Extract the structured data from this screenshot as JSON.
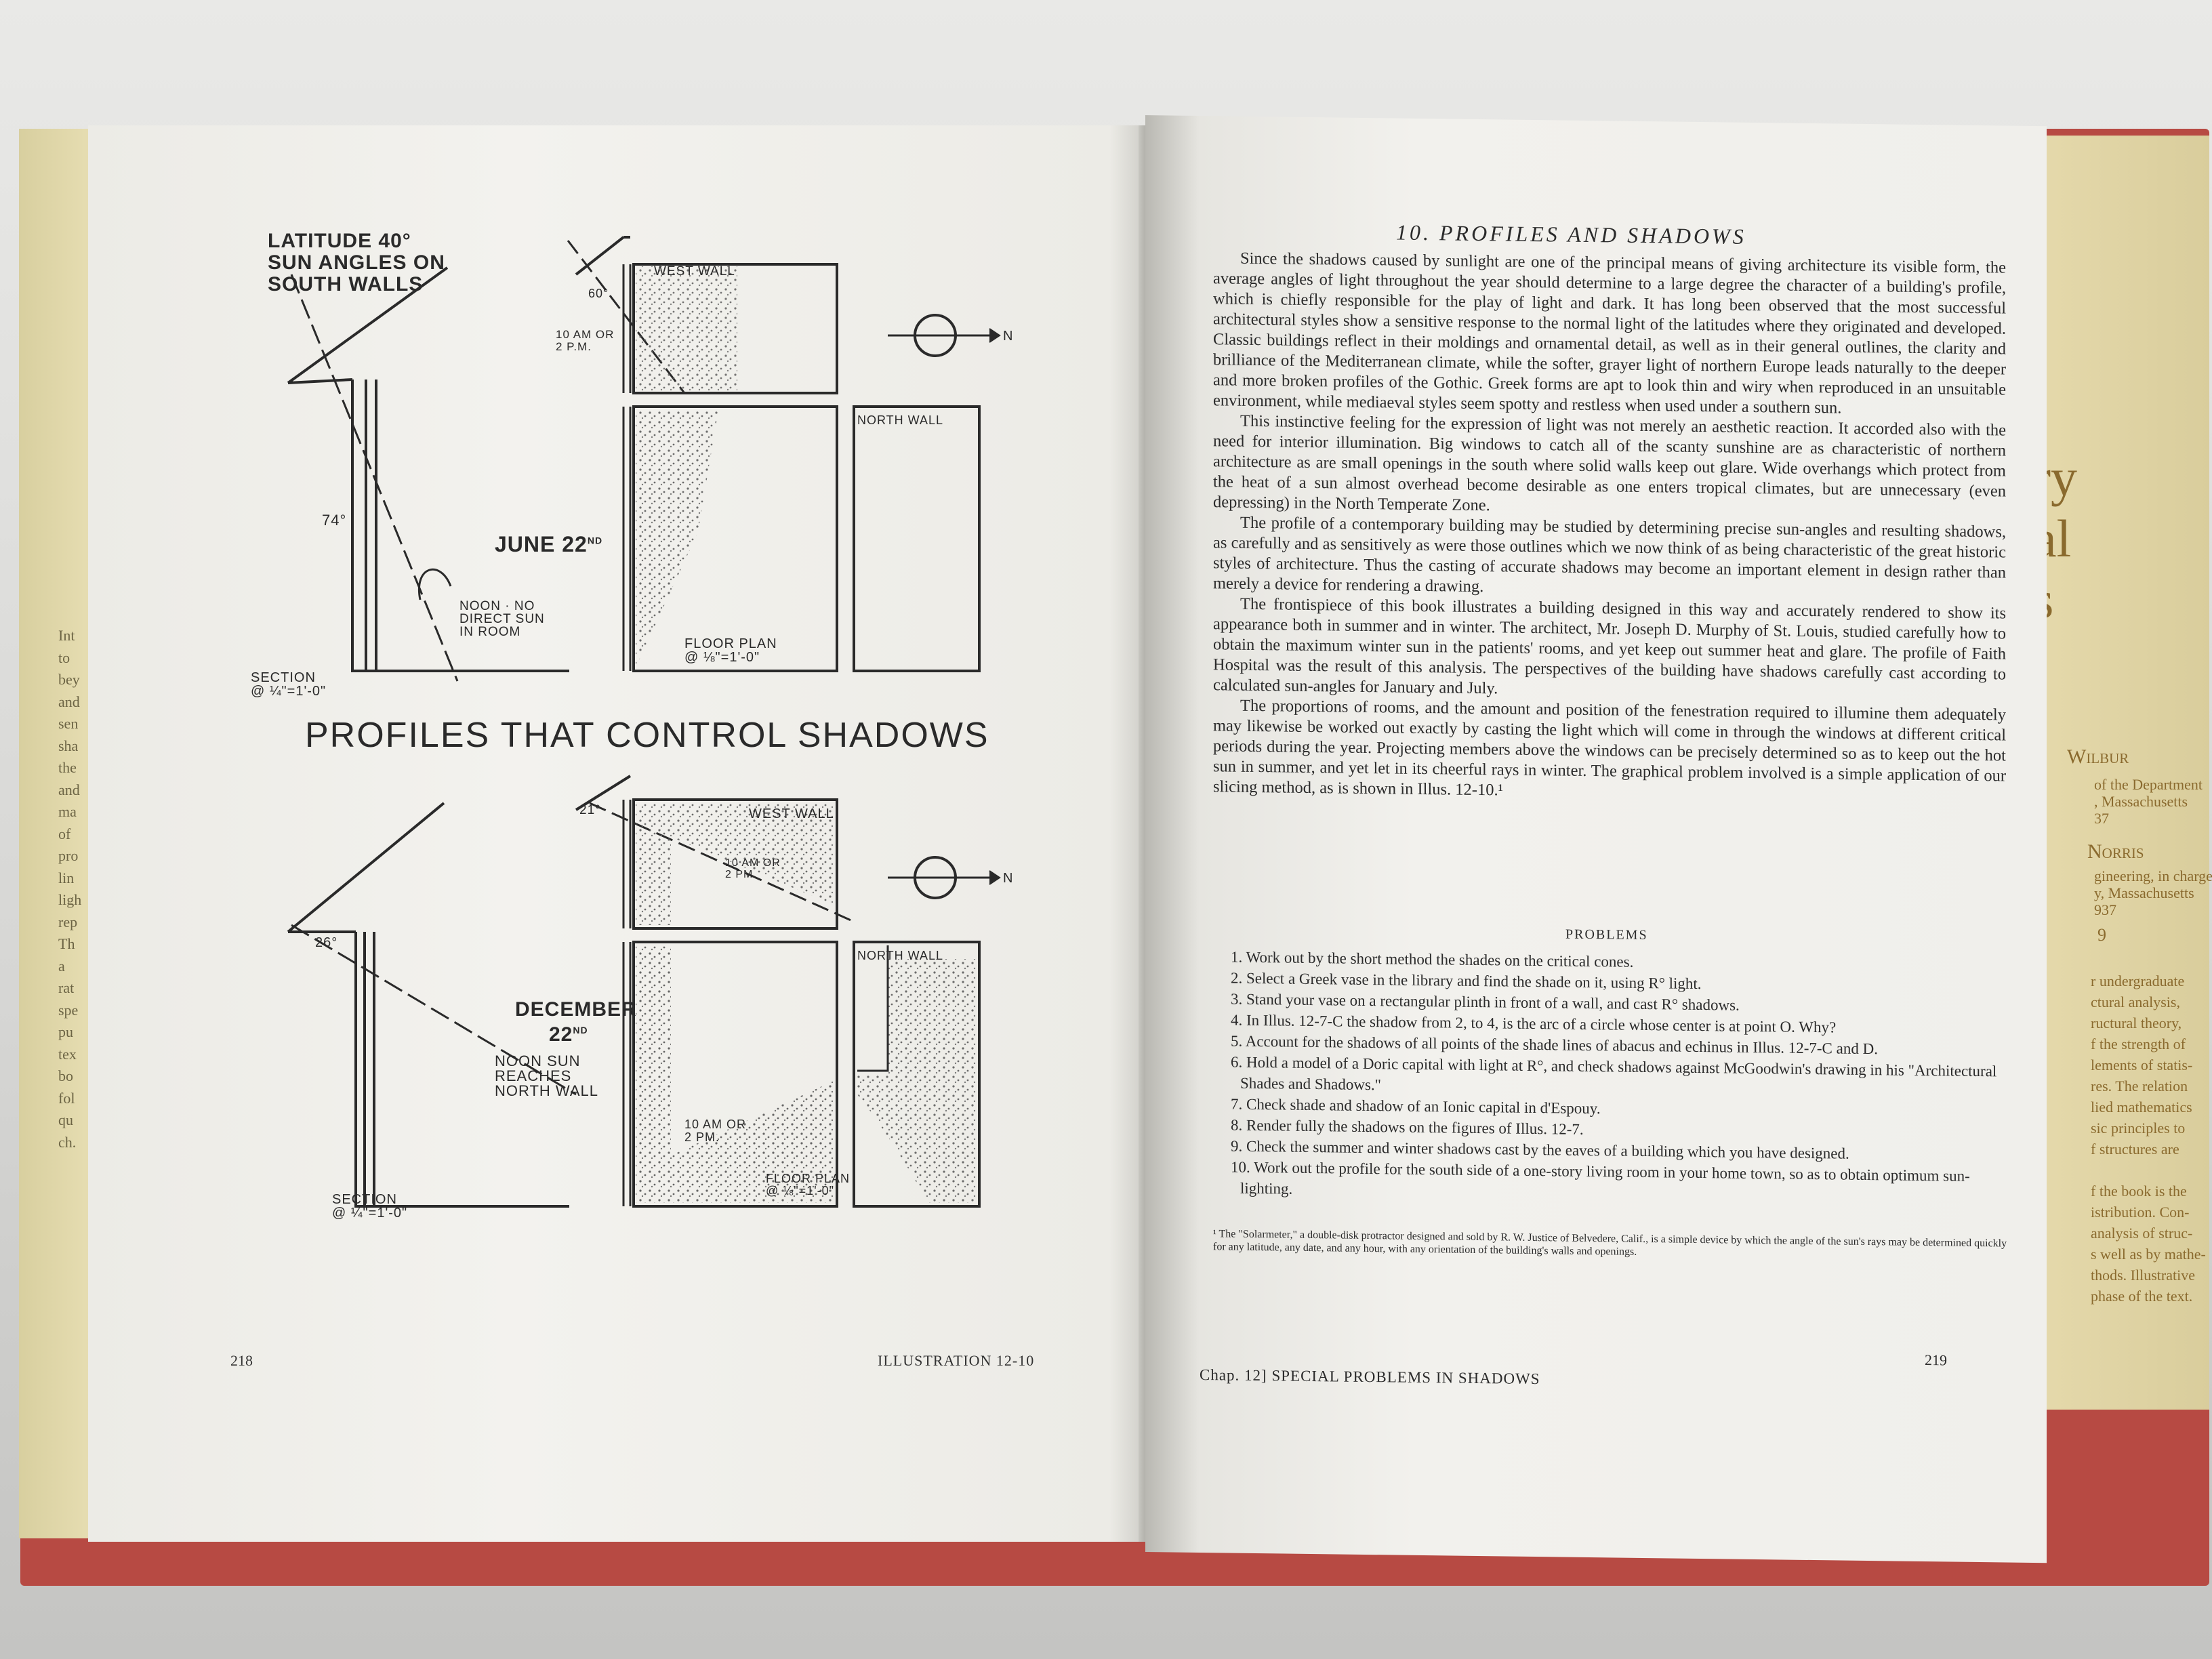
{
  "left_page": {
    "latitude_title": [
      "LATITUDE 40°",
      "SUN ANGLES ON",
      "SOUTH WALLS"
    ],
    "main_title": "PROFILES THAT CONTROL SHADOWS",
    "summer": {
      "date": "JUNE 22",
      "date_sup": "ND",
      "west_wall": "WEST WALL",
      "north_wall": "NORTH WALL",
      "angle_top": "60°",
      "angle_section": "74°",
      "time": [
        "10 AM OR",
        "2 P.M."
      ],
      "noon_note": [
        "NOON · NO",
        "DIRECT SUN",
        "IN ROOM"
      ],
      "section_label": [
        "SECTION",
        "@ ¼\"=1'-0\""
      ],
      "floor_plan_label": [
        "FLOOR PLAN",
        "@ ⅛\"=1'-0\""
      ],
      "compass_n": "N"
    },
    "winter": {
      "date": "DECEMBER",
      "date2": "22",
      "date_sup": "ND",
      "west_wall": "WEST WALL",
      "north_wall": "NORTH WALL",
      "angle_top": "21°",
      "angle_section": "26°",
      "time": [
        "10 AM OR",
        "2 PM."
      ],
      "time_plan": [
        "10 AM OR",
        "2 PM."
      ],
      "noon_note": [
        "NOON SUN",
        "REACHES",
        "NORTH WALL"
      ],
      "section_label": [
        "SECTION",
        "@ ¼\"=1'-0\""
      ],
      "floor_plan_label": [
        "FLOOR PLAN",
        "@ ⅛\"=1'-0\""
      ],
      "compass_n": "N"
    },
    "page_number": "218",
    "illustration_label": "ILLUSTRATION 12-10"
  },
  "right_page": {
    "heading": "10. PROFILES AND SHADOWS",
    "paragraphs": [
      "Since the shadows caused by sunlight are one of the principal means of giving architecture its visible form, the average angles of light throughout the year should determine to a large degree the character of a building's profile, which is chiefly responsible for the play of light and dark. It has long been observed that the most successful architectural styles show a sensitive response to the normal light of the latitudes where they originated and developed. Classic buildings reflect in their moldings and ornamental detail, as well as in their general outlines, the clarity and brilliance of the Mediterranean climate, while the softer, grayer light of northern Europe leads naturally to the deeper and more broken profiles of the Gothic. Greek forms are apt to look thin and wiry when reproduced in an unsuitable environment, while mediaeval styles seem spotty and restless when used under a southern sun.",
      "This instinctive feeling for the expression of light was not merely an aesthetic reaction. It accorded also with the need for interior illumination. Big windows to catch all of the scanty sunshine are as characteristic of northern architecture as are small openings in the south where solid walls keep out glare. Wide overhangs which protect from the heat of a sun almost overhead become desirable as one enters tropical climates, but are unnecessary (even depressing) in the North Temperate Zone.",
      "The profile of a contemporary building may be studied by determining precise sun-angles and resulting shadows, as carefully and as sensitively as were those outlines which we now think of as being characteristic of the great historic styles of architecture. Thus the casting of accurate shadows may become an important element in design rather than merely a device for rendering a drawing.",
      "The frontispiece of this book illustrates a building designed in this way and accurately rendered to show its appearance both in summer and in winter. The architect, Mr. Joseph D. Murphy of St. Louis, studied carefully how to obtain the maximum winter sun in the patients' rooms, and yet keep out summer heat and glare. The profile of Faith Hospital was the result of this analysis. The perspectives of the building have shadows carefully cast according to calculated sun-angles for January and July.",
      "The proportions of rooms, and the amount and position of the fenestration required to illumine them adequately may likewise be worked out exactly by casting the light which will come in through the windows at different critical periods during the year. Projecting members above the windows can be precisely determined so as to keep out the hot sun in summer, and yet let in its cheerful rays in winter. The graphical problem involved is a simple application of our slicing method, as is shown in Illus. 12-10.¹"
    ],
    "problems_title": "PROBLEMS",
    "problems": [
      "1. Work out by the short method the shades on the critical cones.",
      "2. Select a Greek vase in the library and find the shade on it, using R° light.",
      "3. Stand your vase on a rectangular plinth in front of a wall, and cast R° shadows.",
      "4. In Illus. 12-7-C the shadow from 2, to 4, is the arc of a circle whose center is at point O. Why?",
      "5. Account for the shadows of all points of the shade lines of abacus and echinus in Illus. 12-7-C and D.",
      "6. Hold a model of a Doric capital with light at R°, and check shadows against McGoodwin's drawing in his \"Architectural Shades and Shadows.\"",
      "7. Check shade and shadow of an Ionic capital in d'Espouy.",
      "8. Render fully the shadows on the figures of Illus. 12-7.",
      "9. Check the summer and winter shadows cast by the eaves of a building which you have designed.",
      "10. Work out the profile for the south side of a one-story living room in your home town, so as to obtain optimum sun-lighting."
    ],
    "footnote": "¹ The \"Solarmeter,\" a double-disk protractor designed and sold by R. W. Justice of Belvedere, Calif., is a simple device by which the angle of the sun's rays may be determined quickly for any latitude, any date, and any hour, with any orientation of the building's walls and openings.",
    "page_number": "219",
    "running_footer": "Chap. 12]  SPECIAL PROBLEMS IN SHADOWS"
  },
  "jacket_left_fragments": [
    "Int",
    "to",
    "bey",
    "and",
    "sen",
    "sha",
    "the",
    "and",
    "ma",
    "of",
    "pro",
    "lin",
    "ligh",
    "rep",
    "Th",
    "a",
    "rat",
    "spe",
    "pu",
    "tex",
    "bo",
    "fol",
    "qu",
    "ch."
  ],
  "jacket_right": {
    "title_fragments": [
      "ry",
      "al",
      "s"
    ],
    "author1": "Wilbur",
    "author1_lines": [
      "of the Department",
      ", Massachusetts",
      "37"
    ],
    "author2": "Norris",
    "author2_lines": [
      "gineering, in charge",
      "y, Massachusetts",
      "937"
    ],
    "year_fragment": "9",
    "blurb": [
      "r undergraduate",
      "ctural analysis,",
      "ructural theory,",
      "f the strength of",
      "lements of statis-",
      "res. The relation",
      "lied mathematics",
      "sic principles to",
      "f structures are",
      "",
      "f the book is the",
      "istribution. Con-",
      "analysis of struc-",
      "s well as by mathe-",
      "thods. Illustrative",
      "phase of the text."
    ]
  },
  "colors": {
    "paper": "#f1f0ec",
    "ink": "#2b2b2b",
    "cover_red": "#b74a43",
    "jacket": "#e4d7a8"
  }
}
